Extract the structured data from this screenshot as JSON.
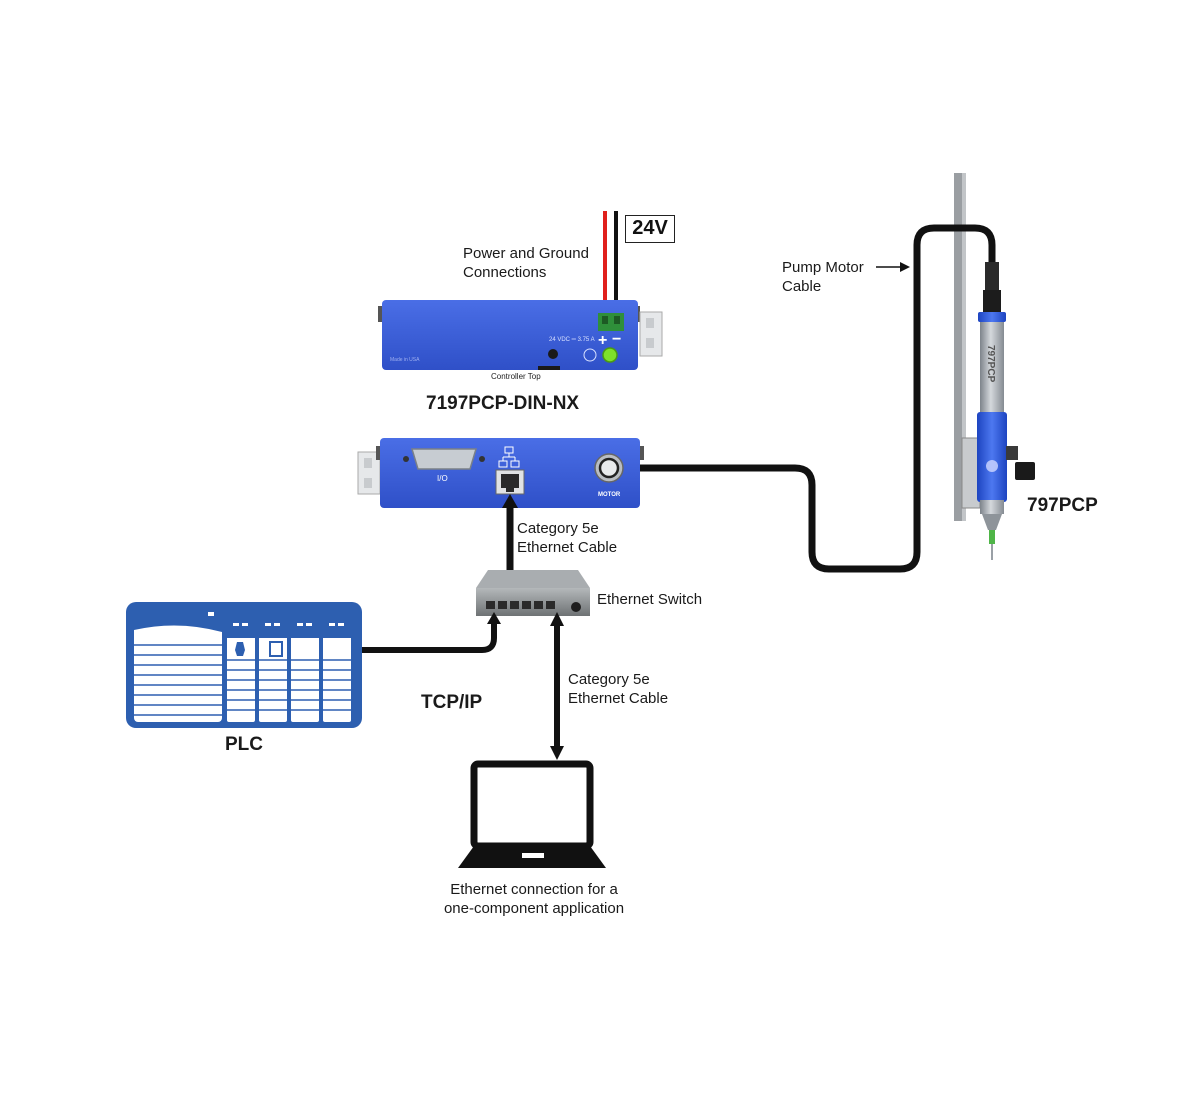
{
  "labels": {
    "power_ground": "Power and Ground\nConnections",
    "voltage": "24V",
    "controller_model": "7197PCP-DIN-NX",
    "controller_top": "Controller Top",
    "io_port": "I/O",
    "motor_port": "MOTOR",
    "made_in": "Made in USA",
    "rating": "24 VDC ═ 3.75 A",
    "pump_motor_cable": "Pump Motor\nCable",
    "pump_model": "797PCP",
    "pump_body_text": "797PCP",
    "cat5e_top": "Category 5e\nEthernet Cable",
    "ethernet_switch": "Ethernet Switch",
    "cat5e_bottom": "Category 5e\nEthernet Cable",
    "tcpip": "TCP/IP",
    "plc": "PLC",
    "laptop_caption": "Ethernet connection for a\none-component application"
  },
  "colors": {
    "controller_blue": "#3b5fd8",
    "controller_dark": "#2a47b0",
    "plc_blue": "#2d5fb0",
    "cable": "#111111",
    "wire_red": "#e0201c",
    "led_green": "#7ee02a",
    "terminal_green": "#2f8f3a",
    "switch_gray": "#8a8e90",
    "pump_blue": "#2c5be0",
    "pump_silver": "#a8adb3"
  }
}
